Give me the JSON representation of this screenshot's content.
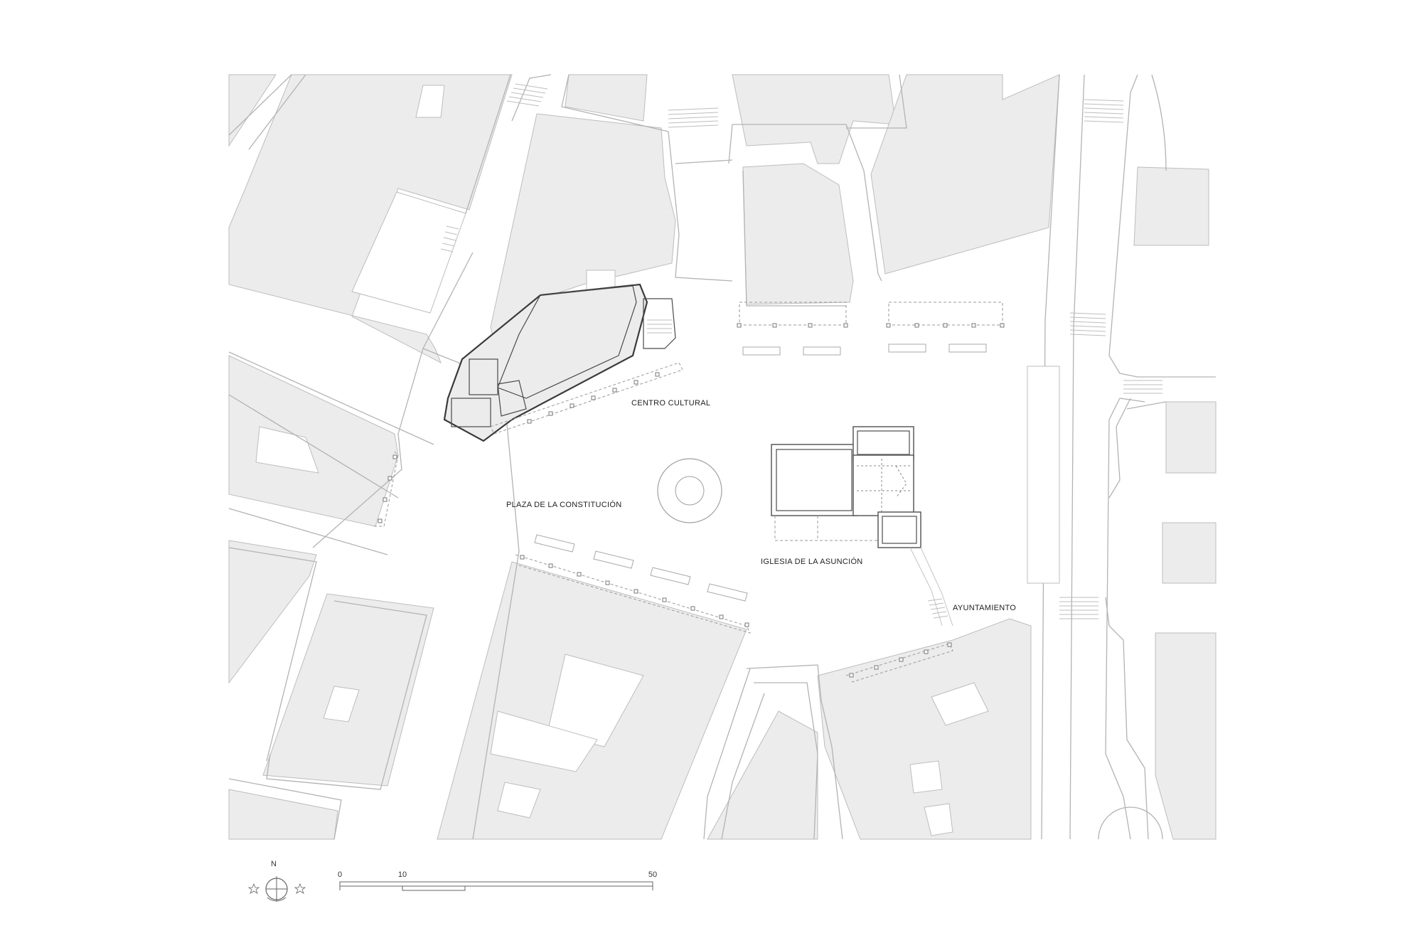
{
  "labels": {
    "centro_cultural": "CENTRO CULTURAL",
    "plaza": "PLAZA DE LA CONSTITUCIÓN",
    "iglesia": "IGLESIA DE LA ASUNCIÓN",
    "ayuntamiento": "AYUNTAMIENTO"
  },
  "north": {
    "letter": "N"
  },
  "scale_bar": {
    "tick_0": "0",
    "tick_10": "10",
    "tick_50": "50"
  },
  "colors": {
    "block_fill": "#ececec",
    "line": "#b9b9b9",
    "building_outline": "#3a3a3a"
  }
}
